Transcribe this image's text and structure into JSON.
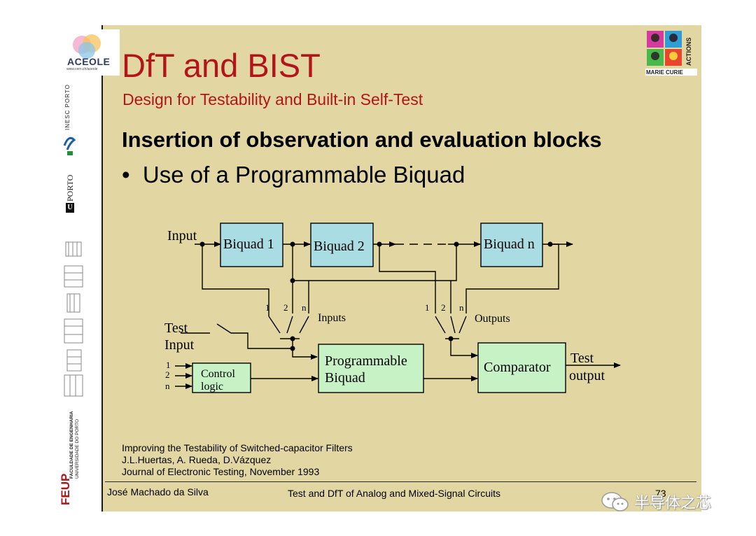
{
  "header": {
    "title": "DfT and BIST",
    "subtitle": "Design for Testability and Built-in Self-Test"
  },
  "content": {
    "heading": "Insertion of observation and evaluation blocks",
    "bullet_marker": "•",
    "bullet": "Use of a Programmable Biquad"
  },
  "logos": {
    "aceole_name": "ACEOLE",
    "aceole_url": "www.cern.ch/aceole",
    "inesc": "INESC PORTO",
    "uporto": "PORTO",
    "uporto_letter": "U",
    "feup_name": "FEUP",
    "feup_line1": "FACULDADE DE ENGENHARIA",
    "feup_line2": "UNIVERSIDADE DO PORTO",
    "marie_curie": "MARIE CURIE",
    "actions": "ACTIONS"
  },
  "diagram": {
    "input_label": "Input",
    "biquad1": "Biquad 1",
    "biquad2": "Biquad 2",
    "biquadn": "Biquad n",
    "switch_1": "1",
    "switch_2": "2",
    "switch_n": "n",
    "inputs_label": "Inputs",
    "outputs_label": "Outputs",
    "test_input_1": "Test",
    "test_input_2": "Input",
    "prog_biquad_1": "Programmable",
    "prog_biquad_2": "Biquad",
    "comparator": "Comparator",
    "test_output_1": "Test",
    "test_output_2": "output",
    "control_1": "Control",
    "control_2": "logic",
    "ctrl_in_1": "1",
    "ctrl_in_2": "2",
    "ctrl_in_n": "n",
    "colors": {
      "biquad": "#a9dce3",
      "prog": "#c6f2c6",
      "line": "#000000"
    }
  },
  "references": [
    "Improving the Testability of Switched-capacitor Filters",
    "J.L.Huertas, A. Rueda, D.Vázquez",
    "Journal of Electronic Testing, November 1993"
  ],
  "footer": {
    "author": "José Machado da Silva",
    "course": "Test and DfT of Analog and Mixed-Signal Circuits",
    "page": "73"
  },
  "watermark": {
    "text": "半导体之芯",
    "icon": "wechat-icon"
  }
}
